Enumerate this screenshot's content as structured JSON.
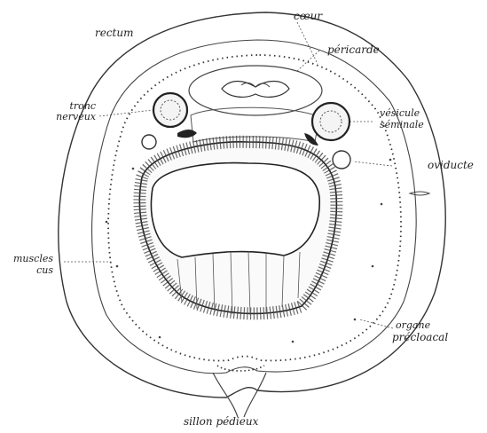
{
  "labels": {
    "rectum": "rectum",
    "coeur": "cœur",
    "pericarde": "péricarde",
    "tronc_nerveux_1": "tronc",
    "tronc_nerveux_2": "nerveux",
    "vesicule_1": "vésicule",
    "vesicule_2": "séminale",
    "oviducte": "oviducte",
    "muscles_1": "muscles",
    "muscles_2": "cus",
    "organe_1": "organe",
    "organe_2": "précloacal",
    "sillon": "sillon pédieux"
  }
}
